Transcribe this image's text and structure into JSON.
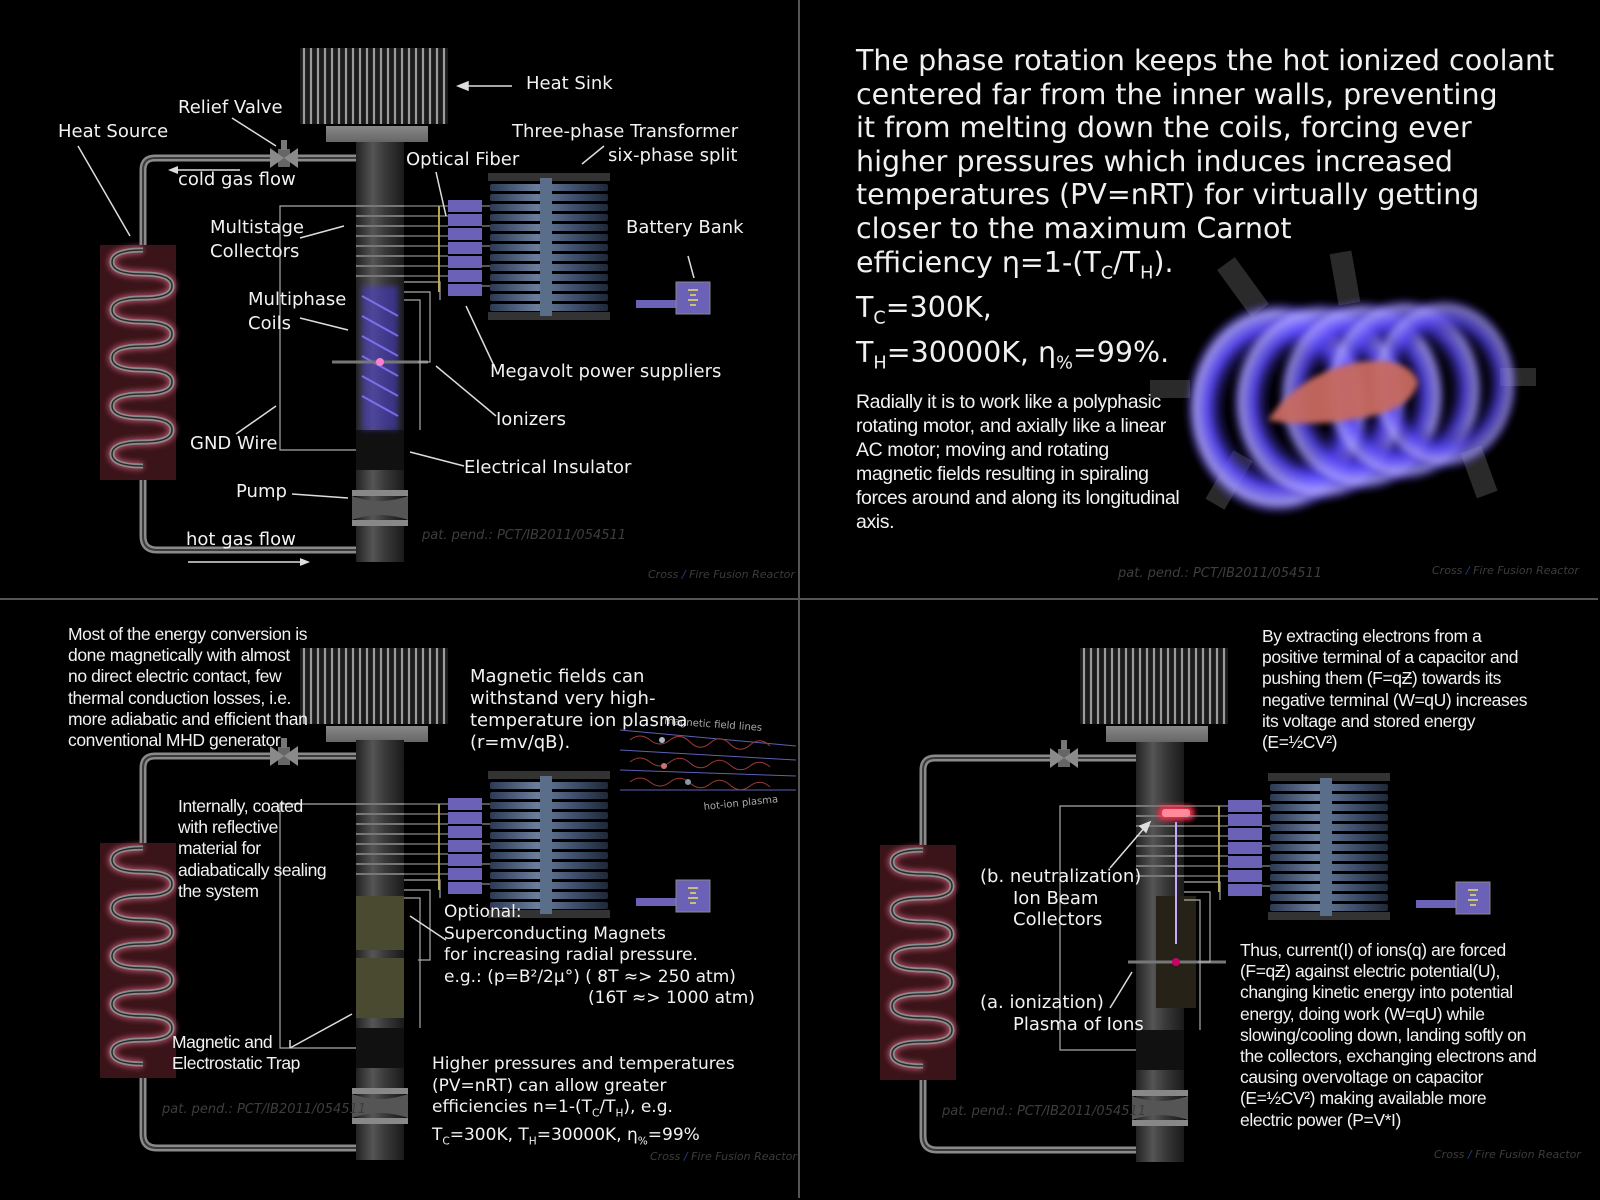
{
  "panel1": {
    "heat_sink": "Heat Sink",
    "relief_valve": "Relief Valve",
    "heat_source": "Heat Source",
    "transformer_line1": "Three-phase Transformer",
    "transformer_line2": "six-phase split",
    "optical_fiber": "Optical Fiber",
    "cold_gas_flow": "cold gas flow",
    "multistage_line1": "Multistage",
    "multistage_line2": "Collectors",
    "battery_bank": "Battery Bank",
    "multiphase_line1": "Multiphase",
    "multiphase_line2": "Coils",
    "megavolt": "Megavolt power suppliers",
    "ionizers": "Ionizers",
    "gnd_wire": "GND Wire",
    "insulator": "Electrical Insulator",
    "pump": "Pump",
    "hot_gas_flow": "hot gas flow",
    "patent": "pat. pend.: PCT/IB2011/054511",
    "brand_left": "Cross",
    "brand_right": "Fire Fusion Reactor"
  },
  "panel2": {
    "line1": "The phase rotation keeps the hot ionized coolant",
    "line2": "centered far from the inner walls, preventing",
    "line3": "it from melting down the coils, forcing ever",
    "line4": "higher pressures which induces increased",
    "line5": "temperatures (PV=nRT) for virtually getting",
    "line6": "closer to the maximum Carnot",
    "line7_prefix": "efficiency η=1-(T",
    "line7_sub1": "C",
    "line7_mid": "/T",
    "line7_sub2": "H",
    "line7_suffix": ").",
    "tc_T": "T",
    "tc_sub": "C",
    "tc_value": "=300K,",
    "th_T": "T",
    "th_sub": "H",
    "th_value": "=30000K, η",
    "eta_sub": "%",
    "eta_value": "=99%.",
    "radial_text": "Radially it is to work like a polyphasic rotating motor, and axially like a linear AC motor; moving and rotating magnetic fields resulting in spiraling forces around and along its longitudinal axis.",
    "patent": "pat. pend.: PCT/IB2011/054511",
    "brand_left": "Cross",
    "brand_right": "Fire Fusion Reactor"
  },
  "panel3": {
    "energy_text": "Most of the energy conversion is done magnetically with almost no direct electric contact, few thermal conduction losses, i.e. more adiabatic and efficient than conventional MHD generator",
    "magnetic_fields_text": "Magnetic fields can withstand very high-temperature ion plasma (r=mv/qB).",
    "field_lines_label": "magnetic field lines",
    "hot_ion_label": "hot-ion plasma",
    "coated_text": "Internally, coated with reflective material for adiabatically sealing the system",
    "optional_line1": "Optional:",
    "optional_line2": "Superconducting Magnets",
    "optional_line3": "for increasing radial pressure.",
    "optional_line4": "e.g.: (p=B²/2μ°)  ( 8T ≈>   250 atm)",
    "optional_line5": "(16T ≈> 1000 atm)",
    "trap_text": "Magnetic and Electrostatic Trap",
    "higher_line1": "Higher pressures and temperatures",
    "higher_line2": "(PV=nRT) can allow greater",
    "higher_line3_prefix": "efficiencies n=1-(T",
    "higher_line3_sub1": "C",
    "higher_line3_mid": "/T",
    "higher_line3_sub2": "H",
    "higher_line3_suffix": "), e.g.",
    "higher_line4_T1": "T",
    "higher_line4_sub1": "C",
    "higher_line4_mid": "=300K, T",
    "higher_line4_sub2": "H",
    "higher_line4_eta": "=30000K, η",
    "higher_line4_sub3": "%",
    "higher_line4_suffix": "=99%",
    "patent": "pat. pend.: PCT/IB2011/054511",
    "brand_left": "Cross",
    "brand_right": "Fire Fusion Reactor"
  },
  "panel4": {
    "extract_text": "By extracting electrons from a positive terminal of a capacitor and pushing them (F=qƵ) towards its negative terminal (W=qU) increases its voltage and stored energy (E=½CV²)",
    "neutral_line1": "(b. neutralization)",
    "neutral_line2": "Ion Beam",
    "neutral_line3": "Collectors",
    "ionization_line1": "(a. ionization)",
    "ionization_line2": "Plasma of Ions",
    "thus_text": "Thus, current(I) of ions(q) are  forced (F=qƵ) against electric potential(U), changing kinetic energy into potential energy, doing work (W=qU) while slowing/cooling down, landing softly on the collectors, exchanging electrons and causing overvoltage on capacitor (E=½CV²) making available more electric power (P=V*I)",
    "patent": "pat. pend.: PCT/IB2011/054511",
    "brand_left": "Cross",
    "brand_right": "Fire Fusion Reactor"
  },
  "colors": {
    "coil_purple": "#7a6bff",
    "heat_coil_pink": "#d86a8a",
    "battery_purple": "#6b62b8",
    "plasma_red": "#c86a60"
  }
}
